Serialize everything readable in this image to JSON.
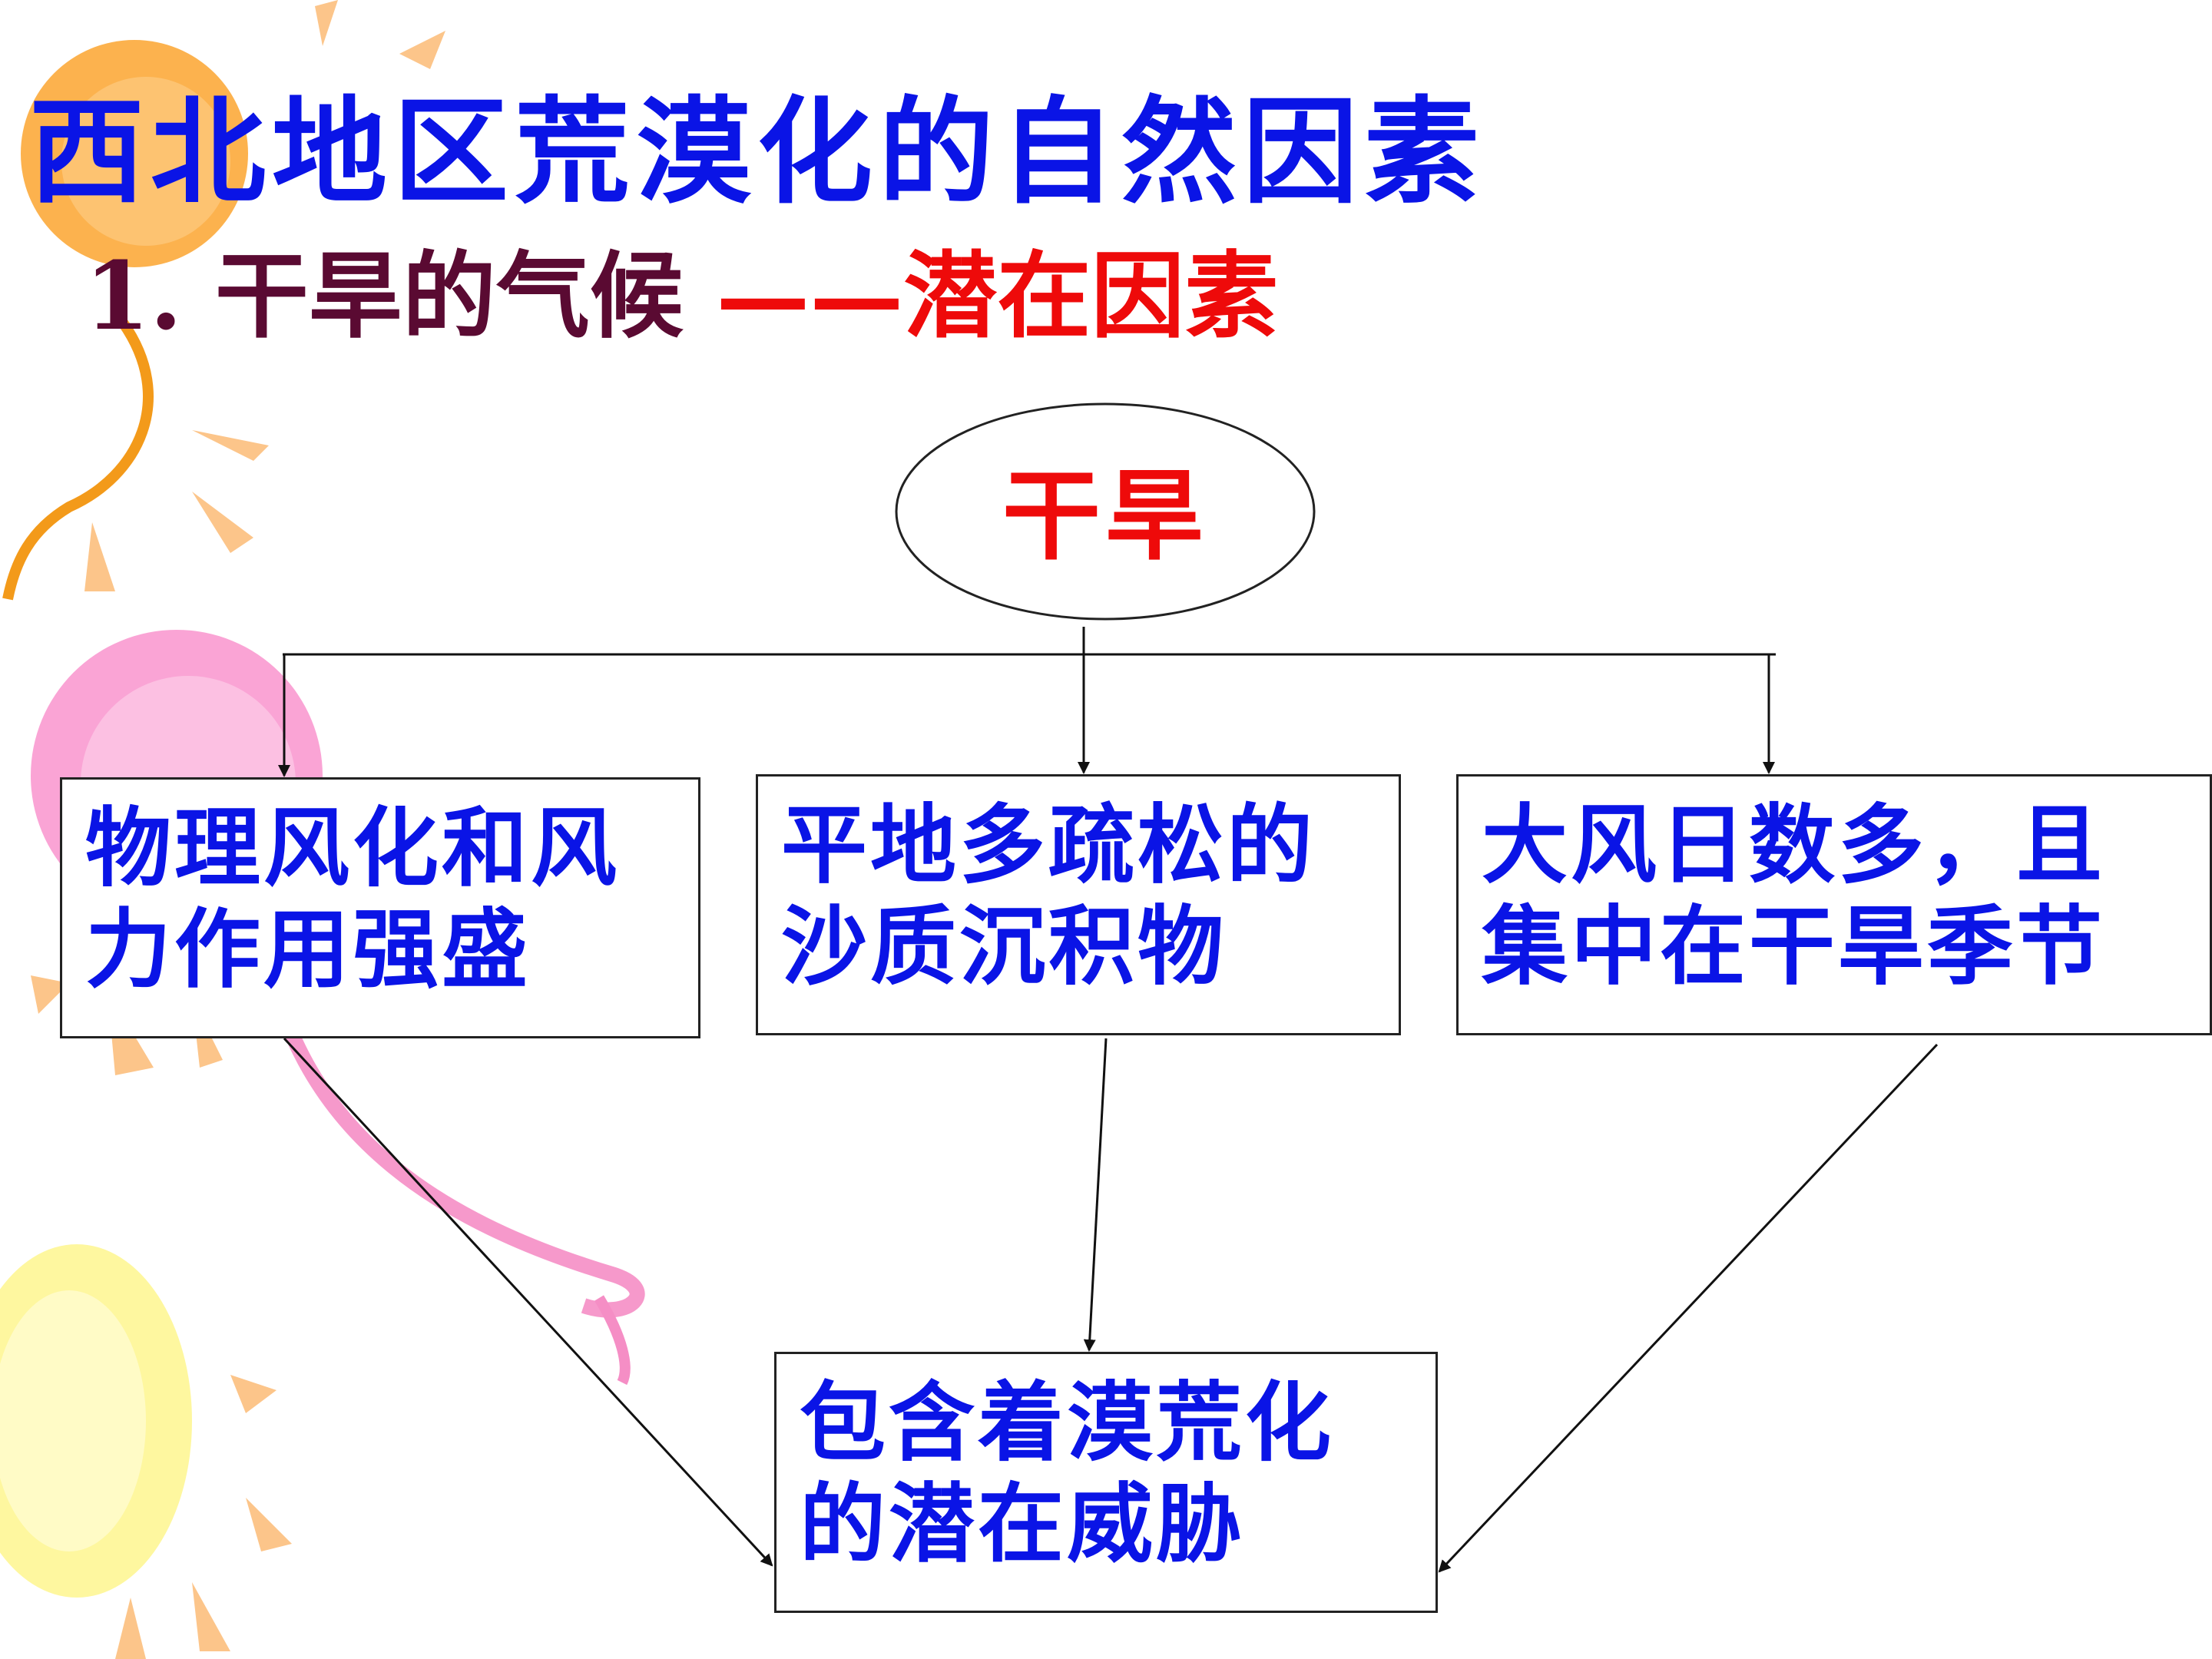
{
  "slide": {
    "title": "西北地区荒漠化的自然因素",
    "subtitle": {
      "number": "1.",
      "text": "干旱的气候",
      "dash": "——",
      "emphasis": "潜在因素"
    }
  },
  "diagram": {
    "root": "干旱",
    "factors": [
      {
        "lines": [
          "物理风化和风",
          "力作用强盛"
        ]
      },
      {
        "lines": [
          "平地多疏松的",
          "沙质沉积物"
        ]
      },
      {
        "lines": [
          "大风日数多，且",
          "集中在干旱季节"
        ]
      }
    ],
    "result": {
      "lines": [
        "包含着漠荒化",
        "的潜在威胁"
      ]
    }
  },
  "colors": {
    "title": "#0a14e6",
    "subtitle_number": "#5a0a32",
    "emphasis": "#ee0a0a",
    "box_text": "#0a14e6",
    "root_text": "#ee0a0a",
    "line": "#111111"
  }
}
